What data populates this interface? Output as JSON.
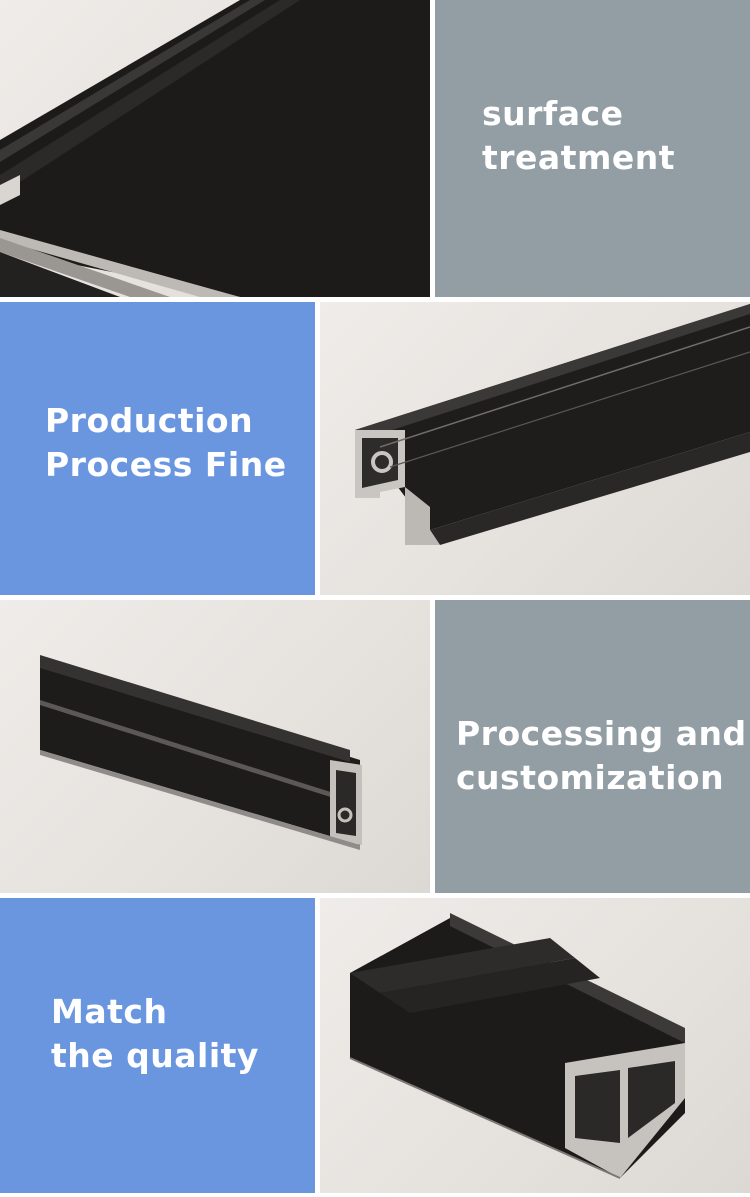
{
  "sections": [
    {
      "caption_lines": [
        "surface",
        "treatment"
      ],
      "panel_color": "#929da4",
      "image": "black-aluminum-profile-flat-closeup"
    },
    {
      "caption_lines": [
        "Production",
        "Process Fine"
      ],
      "panel_color": "#6a96e0",
      "image": "black-aluminum-profile-channel"
    },
    {
      "caption_lines": [
        "Processing and",
        "customization"
      ],
      "panel_color": "#929da4",
      "image": "black-aluminum-profile-rail"
    },
    {
      "caption_lines": [
        "Match",
        "the quality"
      ],
      "panel_color": "#6a96e0",
      "image": "black-aluminum-profile-wide-frame"
    }
  ]
}
